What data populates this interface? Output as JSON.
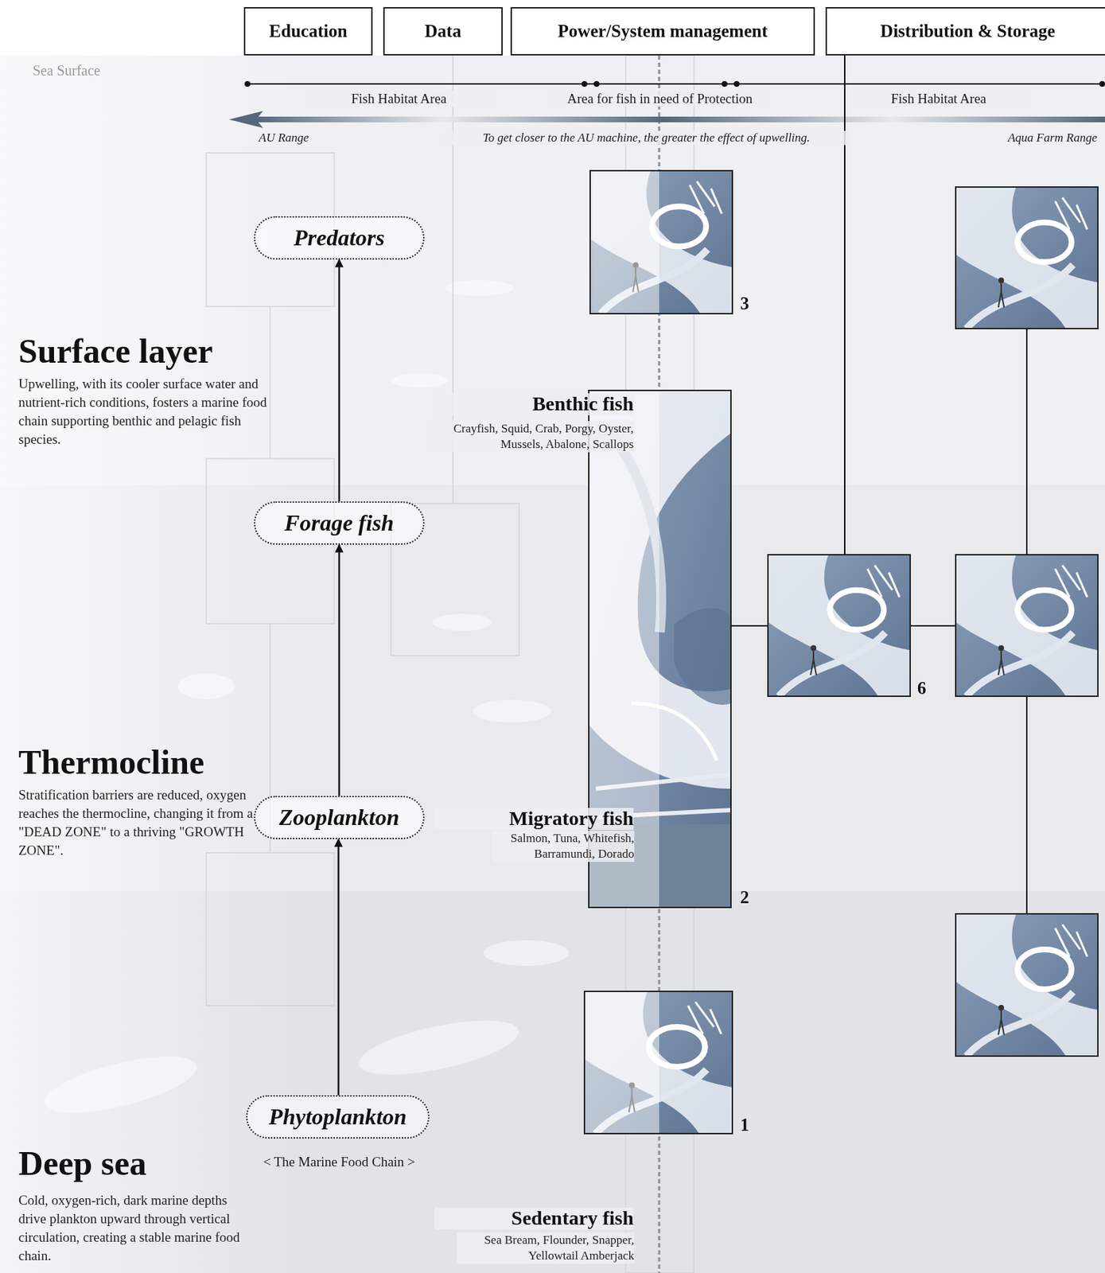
{
  "diagram": {
    "nodes": [
      {
        "text": [
          "Education"
        ]
      },
      {
        "text": [
          "Data"
        ]
      },
      {
        "text": [
          "Power/System management"
        ]
      },
      {
        "text": [
          "Distribution & Storage"
        ]
      },
      {
        "text": [
          "Predators"
        ]
      },
      {
        "text": [
          "Forage fish"
        ]
      },
      {
        "text": [
          "Zooplankton"
        ]
      },
      {
        "text": [
          "Phytoplankton"
        ]
      }
    ],
    "edges": [
      {
        "from": 7,
        "to": 6,
        "arrow": "to"
      },
      {
        "from": 6,
        "to": 5,
        "arrow": "to"
      },
      {
        "from": 5,
        "to": 4,
        "arrow": "to"
      }
    ],
    "labels": [
      "Sea Surface",
      "Fish Habitat Area",
      "Area for fish in need of Protection",
      "Fish Habitat Area",
      "AU Range",
      "To get closer to the AU machine, the greater the effect of upwelling.",
      "Aqua Farm Range",
      "Surface layer",
      "Upwelling, with its cooler surface water and nutrient-rich conditions, fosters a marine food chain supporting benthic and pelagic fish species.",
      "Thermocline",
      "Stratification barriers are reduced, oxygen reaches the thermocline, changing it from a \"DEAD ZONE\" to a thriving \"GROWTH ZONE\".",
      "Deep sea",
      "Cold, oxygen-rich, dark marine depths drive plankton upward through vertical circulation, creating a stable marine food chain.",
      "< The Marine Food Chain >",
      "Benthic fish",
      "Crayfish, Squid, Crab, Porgy, Oyster, Mussels, Abalone, Scallops",
      "Migratory fish",
      "Salmon, Tuna, Whitefish, Barramundi, Dorado",
      "Sedentary fish",
      "Sea Bream, Flounder, Snapper, Yellowtail Amberjack",
      "3",
      "2",
      "1",
      "6"
    ]
  }
}
